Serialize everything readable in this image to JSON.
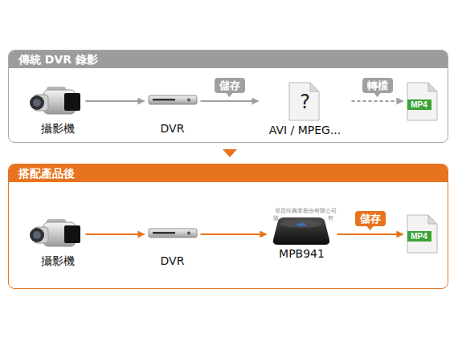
{
  "diagram": {
    "nodes": [
      {
        "text": [
          "傳統 DVR 錄影"
        ]
      },
      {
        "text": [
          "攝影機"
        ],
        "in": 0
      },
      {
        "text": [
          "DVR"
        ],
        "in": 0
      },
      {
        "text": [
          "?",
          "AVI / MPEG..."
        ],
        "in": 0
      },
      {
        "text": [
          "MP4"
        ],
        "in": 0
      },
      {
        "text": [
          "搭配產品後"
        ]
      },
      {
        "text": [
          "攝影機"
        ],
        "in": 5
      },
      {
        "text": [
          "DVR"
        ],
        "in": 5
      },
      {
        "text": [
          "MPB941"
        ],
        "in": 5
      },
      {
        "text": [
          "MP4"
        ],
        "in": 5
      }
    ],
    "edges": [
      {
        "from": 1,
        "to": 2,
        "arrow": "to"
      },
      {
        "from": 2,
        "to": 3,
        "label": "儲存",
        "arrow": "to"
      },
      {
        "from": 3,
        "to": 4,
        "label": "轉檔",
        "arrow": "to"
      },
      {
        "from": 6,
        "to": 7,
        "arrow": "to"
      },
      {
        "from": 7,
        "to": 8,
        "arrow": "to"
      },
      {
        "from": 8,
        "to": 9,
        "label": "儲存",
        "arrow": "to"
      }
    ],
    "labels": [
      "登昌恆興業股份有限公司",
      "版",
      "有"
    ]
  }
}
